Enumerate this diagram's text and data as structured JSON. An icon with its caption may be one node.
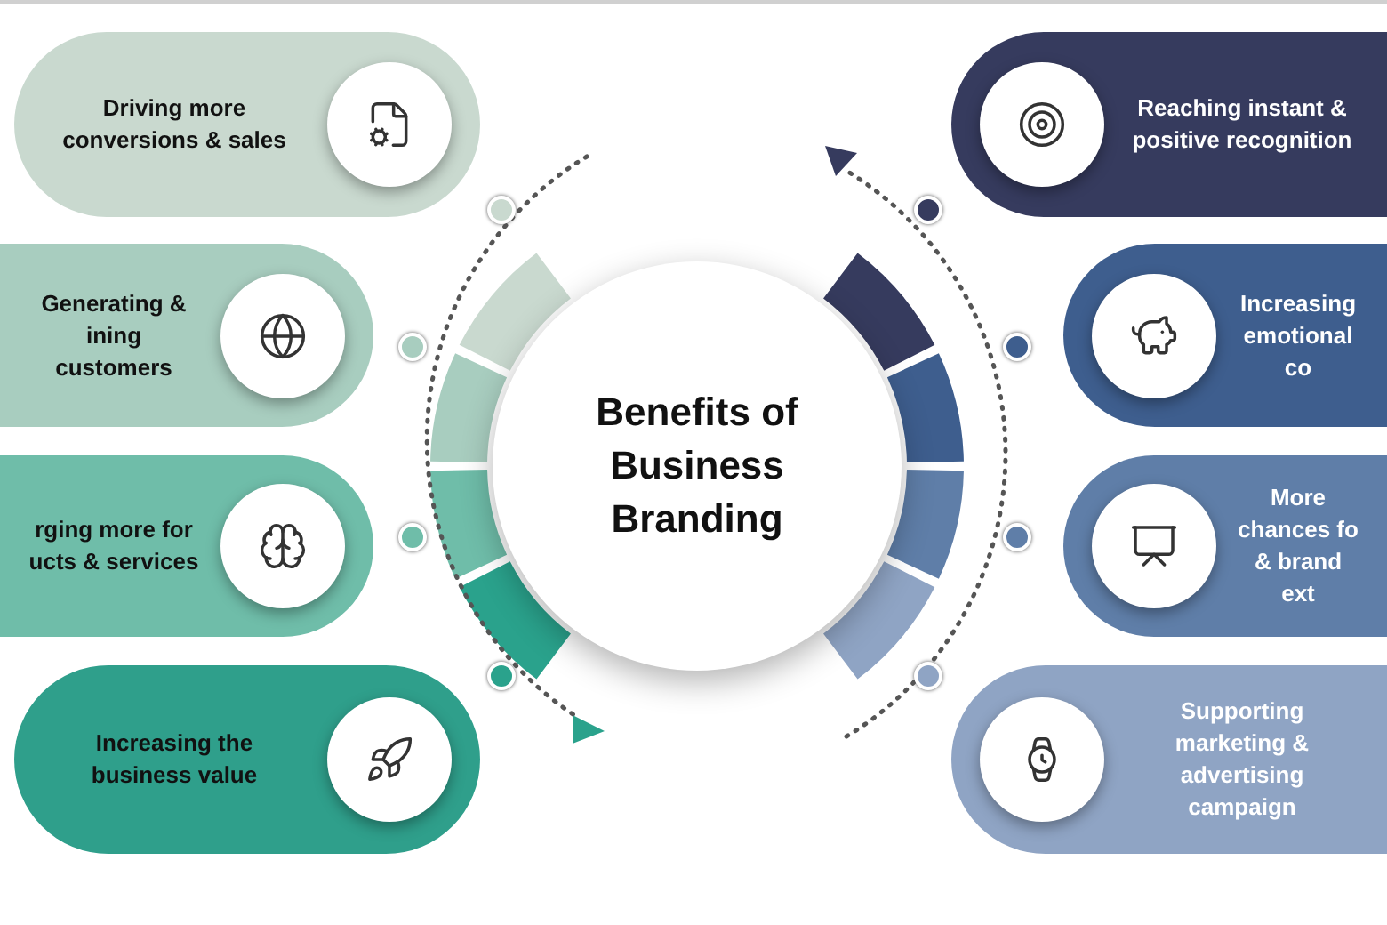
{
  "diagram": {
    "nodes": [
      {
        "text": [
          "Benefits of Business Branding"
        ]
      },
      {
        "text": [
          "Driving more conversions & sales"
        ]
      },
      {
        "text": [
          "Generating & ining customers"
        ]
      },
      {
        "text": [
          "rging more for ucts & services"
        ]
      },
      {
        "text": [
          "Increasing the business value"
        ]
      },
      {
        "text": [
          "Reaching instant & positive recognition"
        ]
      },
      {
        "text": [
          "Increasing emotional co"
        ]
      },
      {
        "text": [
          "More chances fo & brand ext"
        ]
      },
      {
        "text": [
          "Supporting marketing & advertising campaign"
        ]
      }
    ]
  }
}
